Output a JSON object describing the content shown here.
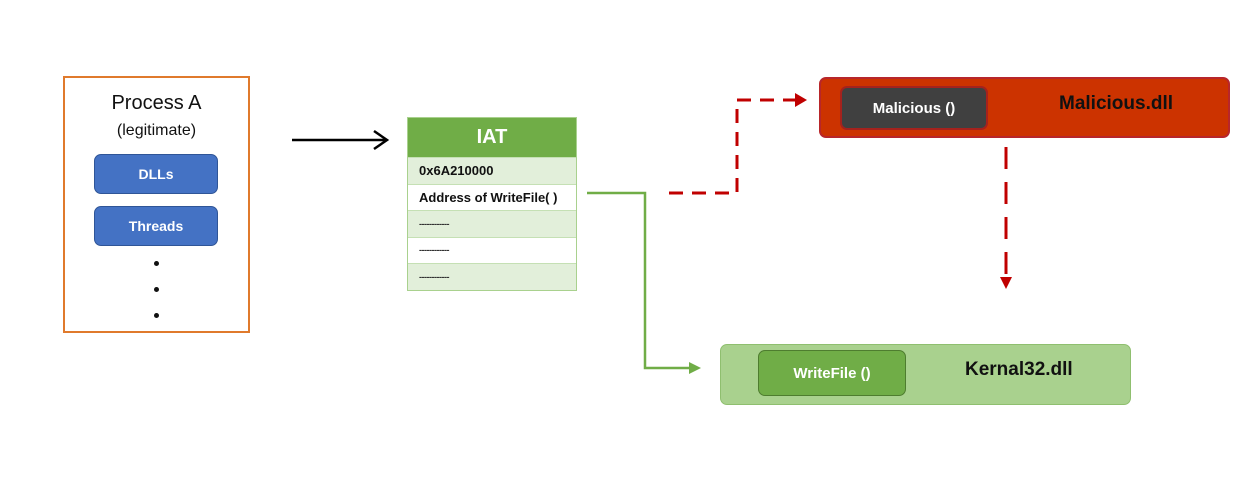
{
  "process": {
    "title": "Process A",
    "subtitle": "(legitimate)",
    "items": [
      "DLLs",
      "Threads"
    ],
    "ellipsis_dots": 3
  },
  "iat": {
    "header": "IAT",
    "rows": [
      "0x6A210000",
      "Address of WriteFile( )",
      "------------",
      "------------",
      "------------"
    ]
  },
  "malicious_dll": {
    "name": "Malicious.dll",
    "function": "Malicious ()"
  },
  "kernel_dll": {
    "name": "Kernal32.dll",
    "function": "WriteFile ()"
  },
  "colors": {
    "process_border": "#e07a2c",
    "pill_blue": "#4472c4",
    "iat_green": "#70ad47",
    "iat_shade": "#e2efda",
    "malicious_red": "#cc3300",
    "malicious_func": "#404040",
    "kernel_green_light": "#a9d18e",
    "kernel_green": "#70ad47",
    "hook_arrow": "#c00000",
    "normal_arrow": "#70ad47"
  },
  "connections": [
    {
      "from": "process",
      "to": "iat",
      "style": "solid-black"
    },
    {
      "from": "iat.rows.1",
      "to": "malicious_dll",
      "style": "dashed-red"
    },
    {
      "from": "malicious_dll",
      "to": "kernel_dll",
      "style": "dashed-red"
    },
    {
      "from": "iat.rows.1",
      "to": "kernel_dll",
      "style": "solid-green"
    }
  ]
}
